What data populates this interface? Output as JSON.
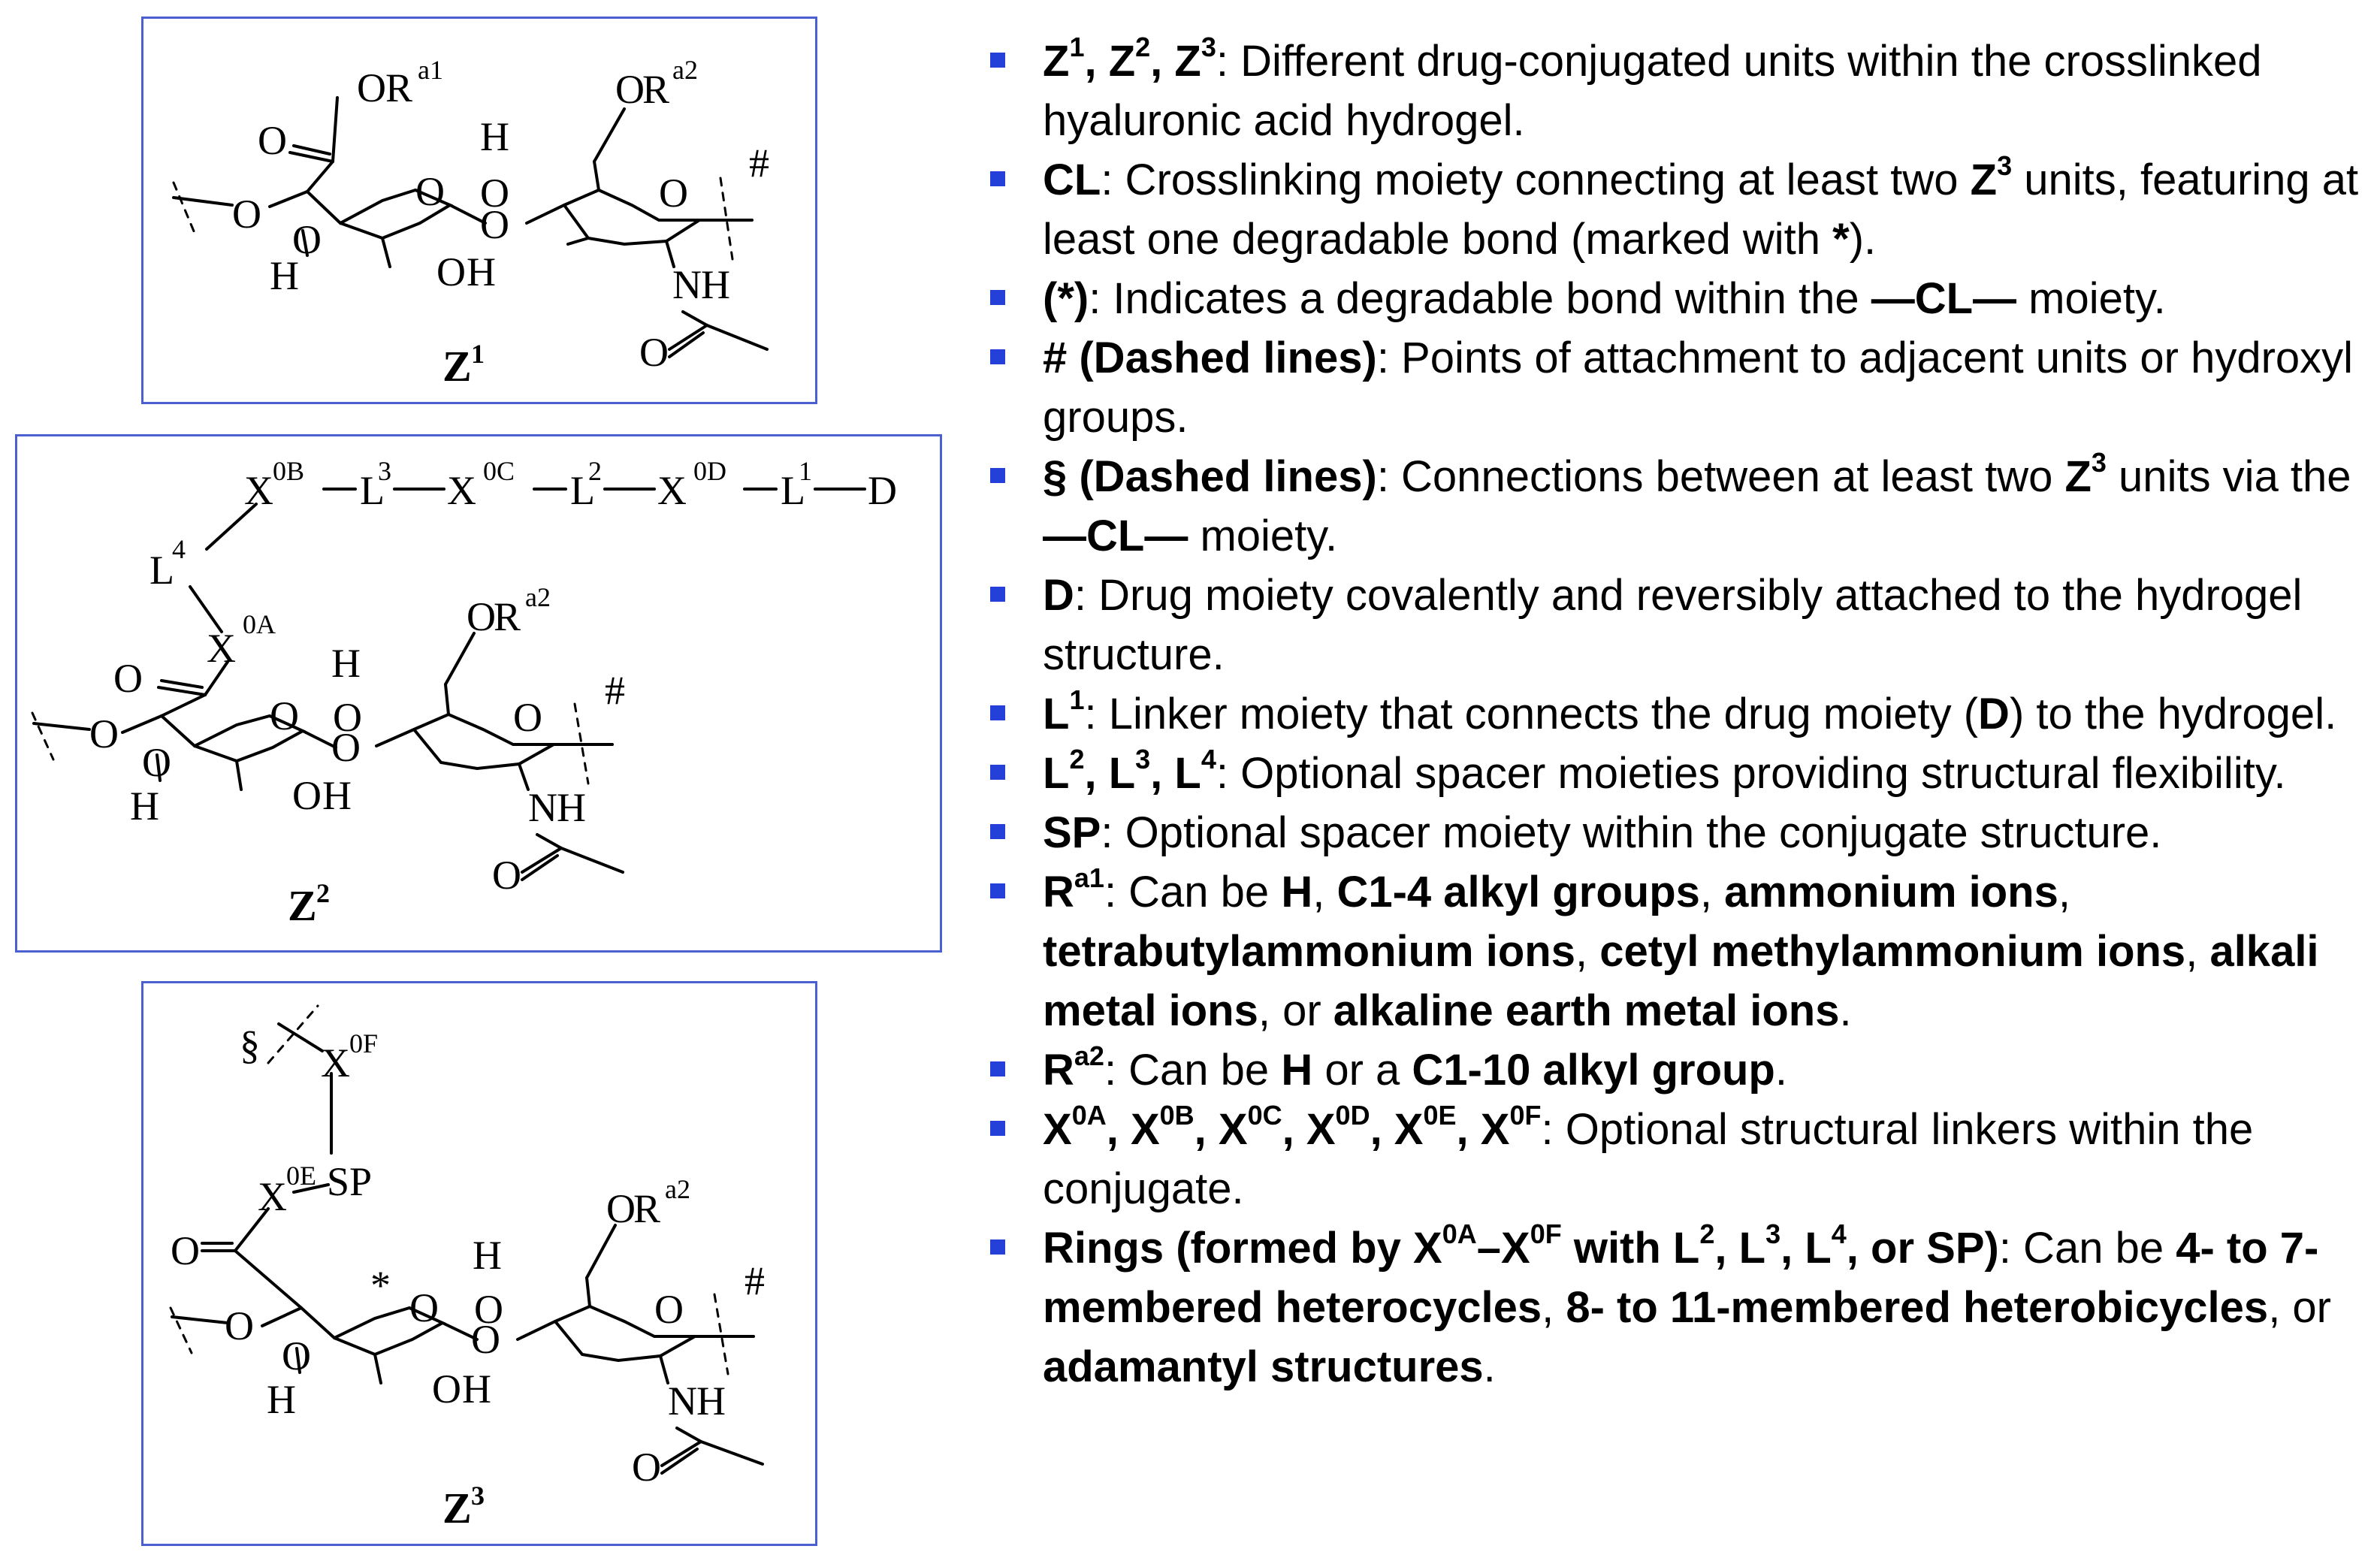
{
  "structures": {
    "z1": {
      "label": "Z",
      "label_sup": "1",
      "atoms": {
        "o_ester": "O",
        "r_ester": "R",
        "r_ester_sup": "a1",
        "o_carbonyl": "O",
        "o_ring1": "O",
        "o_ring2": "O",
        "o_ch2": "O",
        "r_ch2": "R",
        "r_ch2_sup": "a2",
        "h_top": "H",
        "o_top": "O",
        "o_left": "O",
        "o_oh1": "O",
        "h_oh1": "H",
        "o_oh2": "O",
        "h_oh2": "H",
        "o_glyco": "O",
        "nh_n": "N",
        "nh_h": "H",
        "o_amide": "O",
        "hash": "#"
      }
    },
    "z2": {
      "label": "Z",
      "label_sup": "2",
      "chain": {
        "x_0b": "X",
        "x_0b_sup": "0B",
        "l3": "L",
        "l3_sup": "3",
        "x_0c": "X",
        "x_0c_sup": "0C",
        "l2": "L",
        "l2_sup": "2",
        "x_0d": "X",
        "x_0d_sup": "0D",
        "l1": "L",
        "l1_sup": "1",
        "d": "D",
        "l4": "L",
        "l4_sup": "4",
        "x_0a": "X",
        "x_0a_sup": "0A"
      },
      "atoms": {
        "o_carbonyl": "O",
        "o_ring1": "O",
        "o_ring2": "O",
        "o_ch2": "O",
        "r_ch2": "R",
        "r_ch2_sup": "a2",
        "h_top": "H",
        "o_top": "O",
        "o_left": "O",
        "o_oh1": "O",
        "h_oh1": "H",
        "o_oh2": "O",
        "h_oh2": "H",
        "o_glyco": "O",
        "nh_n": "N",
        "nh_h": "H",
        "o_amide": "O",
        "hash": "#"
      }
    },
    "z3": {
      "label": "Z",
      "label_sup": "3",
      "chain": {
        "section": "§",
        "x_0f": "X",
        "x_0f_sup": "0F",
        "x_0e": "X",
        "x_0e_sup": "0E",
        "sp": "SP"
      },
      "atoms": {
        "star": "*",
        "o_carbonyl": "O",
        "o_ring1": "O",
        "o_ring2": "O",
        "o_ch2": "O",
        "r_ch2": "R",
        "r_ch2_sup": "a2",
        "h_top": "H",
        "o_top": "O",
        "o_left": "O",
        "o_oh1": "O",
        "h_oh1": "H",
        "o_oh2": "O",
        "h_oh2": "H",
        "o_glyco": "O",
        "nh_n": "N",
        "nh_h": "H",
        "o_amide": "O",
        "hash": "#"
      }
    }
  },
  "legend": {
    "accent_color": "#2440d8",
    "items": [
      {
        "segments": [
          {
            "t": "Z",
            "b": true
          },
          {
            "t": "1",
            "b": true,
            "sup": true
          },
          {
            "t": ", Z",
            "b": true
          },
          {
            "t": "2",
            "b": true,
            "sup": true
          },
          {
            "t": ", Z",
            "b": true
          },
          {
            "t": "3",
            "b": true,
            "sup": true
          },
          {
            "t": ": Different drug-conjugated units within the crosslinked hyaluronic acid hydrogel."
          }
        ]
      },
      {
        "segments": [
          {
            "t": "CL",
            "b": true
          },
          {
            "t": ": Crosslinking moiety connecting at least two "
          },
          {
            "t": "Z",
            "b": true
          },
          {
            "t": "3",
            "b": true,
            "sup": true
          },
          {
            "t": " units, featuring at least one degradable bond (marked with "
          },
          {
            "t": "*",
            "b": true
          },
          {
            "t": ")."
          }
        ]
      },
      {
        "segments": [
          {
            "t": "(*)",
            "b": true
          },
          {
            "t": ": Indicates a degradable bond within the "
          },
          {
            "t": "—CL—",
            "b": true
          },
          {
            "t": " moiety."
          }
        ]
      },
      {
        "segments": [
          {
            "t": "# (Dashed lines)",
            "b": true
          },
          {
            "t": ": Points of attachment to adjacent units or hydroxyl groups."
          }
        ]
      },
      {
        "segments": [
          {
            "t": "§ (Dashed lines)",
            "b": true
          },
          {
            "t": ": Connections between at least two "
          },
          {
            "t": "Z",
            "b": true
          },
          {
            "t": "3",
            "b": true,
            "sup": true
          },
          {
            "t": " units via the "
          },
          {
            "t": "—CL—",
            "b": true
          },
          {
            "t": " moiety."
          }
        ]
      },
      {
        "segments": [
          {
            "t": "D",
            "b": true
          },
          {
            "t": ": Drug moiety covalently and reversibly attached to the hydrogel structure."
          }
        ]
      },
      {
        "segments": [
          {
            "t": "L",
            "b": true
          },
          {
            "t": "1",
            "b": true,
            "sup": true
          },
          {
            "t": ": Linker moiety that connects the drug moiety ("
          },
          {
            "t": "D",
            "b": true
          },
          {
            "t": ") to the hydrogel."
          }
        ]
      },
      {
        "segments": [
          {
            "t": "L",
            "b": true
          },
          {
            "t": "2",
            "b": true,
            "sup": true
          },
          {
            "t": ", L",
            "b": true
          },
          {
            "t": "3",
            "b": true,
            "sup": true
          },
          {
            "t": ", L",
            "b": true
          },
          {
            "t": "4",
            "b": true,
            "sup": true
          },
          {
            "t": ": Optional spacer moieties providing structural flexibility."
          }
        ]
      },
      {
        "segments": [
          {
            "t": "SP",
            "b": true
          },
          {
            "t": ": Optional spacer moiety within the conjugate structure."
          }
        ]
      },
      {
        "segments": [
          {
            "t": "R",
            "b": true
          },
          {
            "t": "a1",
            "b": true,
            "sup": true
          },
          {
            "t": ": Can be "
          },
          {
            "t": "H",
            "b": true
          },
          {
            "t": ", "
          },
          {
            "t": "C1-4 alkyl groups",
            "b": true
          },
          {
            "t": ", "
          },
          {
            "t": "ammonium ions",
            "b": true
          },
          {
            "t": ", "
          },
          {
            "t": "tetrabutylammonium ions",
            "b": true
          },
          {
            "t": ", "
          },
          {
            "t": "cetyl methylammonium ions",
            "b": true
          },
          {
            "t": ", "
          },
          {
            "t": "alkali metal ions",
            "b": true
          },
          {
            "t": ", or "
          },
          {
            "t": "alkaline earth metal ions",
            "b": true
          },
          {
            "t": "."
          }
        ]
      },
      {
        "segments": [
          {
            "t": "R",
            "b": true
          },
          {
            "t": "a2",
            "b": true,
            "sup": true
          },
          {
            "t": ": Can be "
          },
          {
            "t": "H",
            "b": true
          },
          {
            "t": " or a "
          },
          {
            "t": "C1-10 alkyl group",
            "b": true
          },
          {
            "t": "."
          }
        ]
      },
      {
        "segments": [
          {
            "t": "X",
            "b": true
          },
          {
            "t": "0A",
            "b": true,
            "sup": true
          },
          {
            "t": ", X",
            "b": true
          },
          {
            "t": "0B",
            "b": true,
            "sup": true
          },
          {
            "t": ", X",
            "b": true
          },
          {
            "t": "0C",
            "b": true,
            "sup": true
          },
          {
            "t": ", X",
            "b": true
          },
          {
            "t": "0D",
            "b": true,
            "sup": true
          },
          {
            "t": ", X",
            "b": true
          },
          {
            "t": "0E",
            "b": true,
            "sup": true
          },
          {
            "t": ", X",
            "b": true
          },
          {
            "t": "0F",
            "b": true,
            "sup": true
          },
          {
            "t": ": Optional structural linkers within the conjugate."
          }
        ]
      },
      {
        "segments": [
          {
            "t": "Rings (formed by X",
            "b": true
          },
          {
            "t": "0A",
            "b": true,
            "sup": true
          },
          {
            "t": "–X",
            "b": true
          },
          {
            "t": "0F",
            "b": true,
            "sup": true
          },
          {
            "t": " with L",
            "b": true
          },
          {
            "t": "2",
            "b": true,
            "sup": true
          },
          {
            "t": ", L",
            "b": true
          },
          {
            "t": "3",
            "b": true,
            "sup": true
          },
          {
            "t": ", L",
            "b": true
          },
          {
            "t": "4",
            "b": true,
            "sup": true
          },
          {
            "t": ", or SP)",
            "b": true
          },
          {
            "t": ": Can be "
          },
          {
            "t": "4- to 7-membered heterocycles",
            "b": true
          },
          {
            "t": ", "
          },
          {
            "t": "8- to 11-membered heterobicycles",
            "b": true
          },
          {
            "t": ", or "
          },
          {
            "t": "adamantyl structures",
            "b": true
          },
          {
            "t": "."
          }
        ]
      }
    ]
  }
}
